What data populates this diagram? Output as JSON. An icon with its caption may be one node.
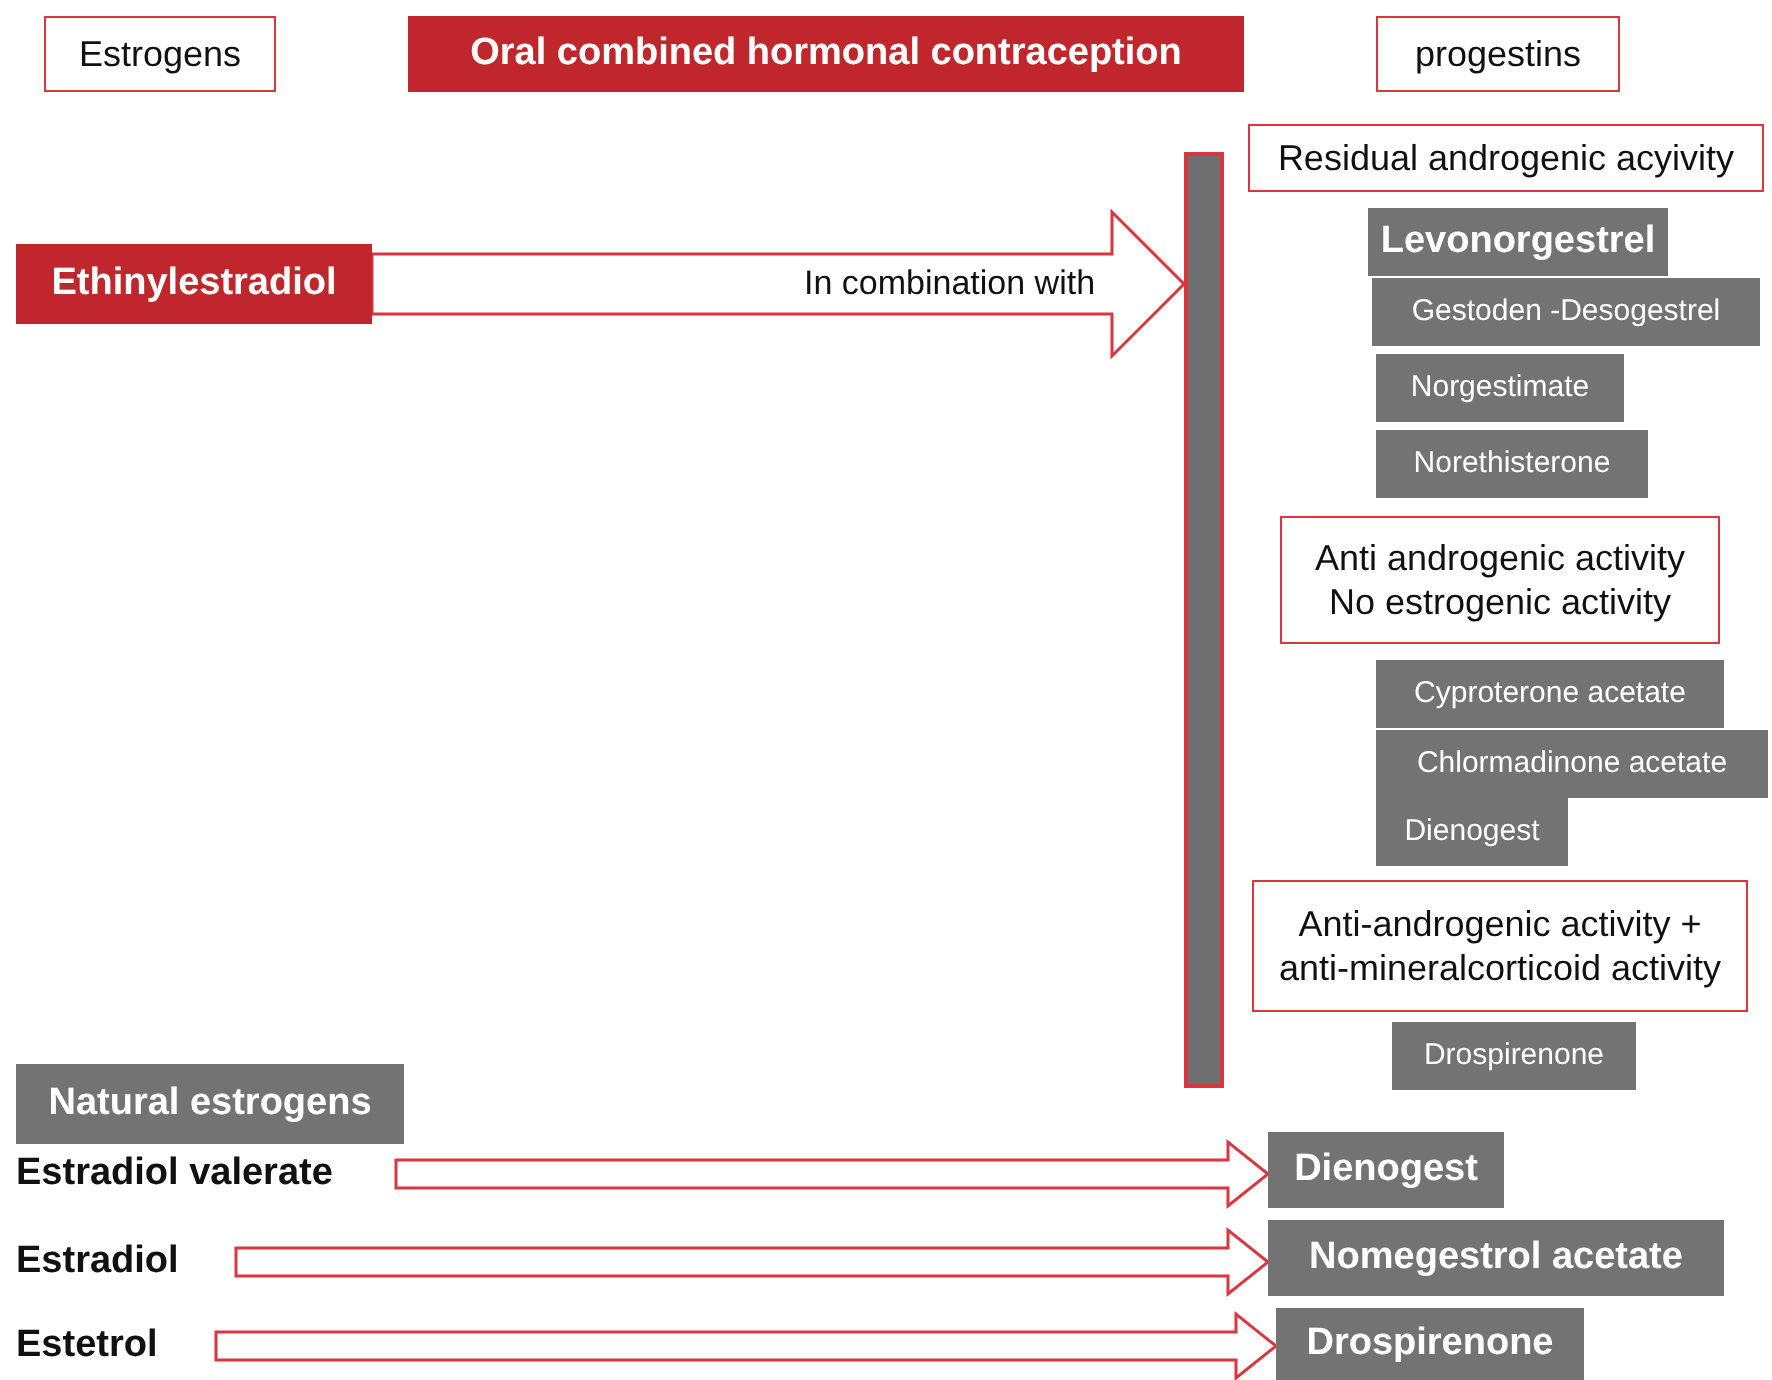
{
  "diagram": {
    "nodes": [
      {
        "text": [
          "Estrogens"
        ]
      },
      {
        "text": [
          "Oral combined hormonal contraception"
        ]
      },
      {
        "text": [
          "progestins"
        ]
      },
      {
        "text": [
          "Ethinylestradiol"
        ]
      },
      {
        "text": [],
        "shape": "bar"
      },
      {
        "text": [
          "Residual androgenic acyivity"
        ]
      },
      {
        "text": [
          "Levonorgestrel"
        ]
      },
      {
        "text": [
          "Gestoden -Desogestrel"
        ]
      },
      {
        "text": [
          "Norgestimate"
        ]
      },
      {
        "text": [
          "Norethisterone"
        ]
      },
      {
        "text": [
          "Anti androgenic activity No estrogenic activity"
        ]
      },
      {
        "text": [
          "Cyproterone acetate"
        ]
      },
      {
        "text": [
          "Chlormadinone acetate"
        ]
      },
      {
        "text": [
          "Dienogest"
        ]
      },
      {
        "text": [
          "Anti-androgenic activity + anti-mineralcorticoid activity"
        ]
      },
      {
        "text": [
          "Drospirenone"
        ]
      },
      {
        "text": [
          "Natural estrogens"
        ]
      },
      {
        "text": [
          "Estradiol valerate"
        ]
      },
      {
        "text": [
          "Estradiol"
        ]
      },
      {
        "text": [
          "Estetrol"
        ]
      },
      {
        "text": [
          "Dienogest"
        ]
      },
      {
        "text": [
          "Nomegestrol acetate"
        ]
      },
      {
        "text": [
          "Drospirenone"
        ]
      }
    ],
    "edges": [
      {
        "from": 3,
        "to": 4,
        "arrow": "to",
        "label": "In combination with"
      },
      {
        "from": 17,
        "to": 20,
        "arrow": "to"
      },
      {
        "from": 18,
        "to": 21,
        "arrow": "to"
      },
      {
        "from": 19,
        "to": 22,
        "arrow": "to"
      }
    ]
  }
}
